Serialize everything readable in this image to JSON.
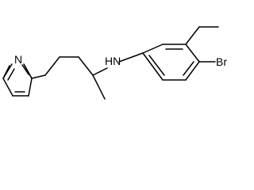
{
  "structure": {
    "atoms": {
      "pyridine_nitrogen": "N",
      "amine": "HN",
      "bromine": "Br"
    }
  }
}
